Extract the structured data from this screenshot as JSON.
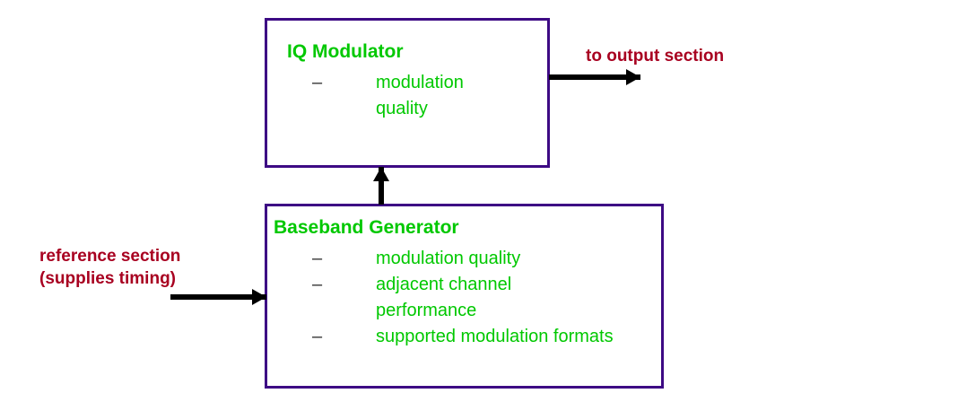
{
  "diagram": {
    "blocks": [
      {
        "id": "iq-modulator",
        "title": "IQ Modulator",
        "features": [
          {
            "dash": "–",
            "text": "modulation\nquality"
          }
        ]
      },
      {
        "id": "baseband-generator",
        "title": "Baseband Generator",
        "features": [
          {
            "dash": "–",
            "text": "modulation quality"
          },
          {
            "dash": "–",
            "text": "adjacent channel\nperformance"
          },
          {
            "dash": "–",
            "text": "supported modulation formats"
          }
        ]
      }
    ],
    "annotations": {
      "to_output": "to output section",
      "reference": "reference section\n(supplies timing)"
    },
    "colors": {
      "block_border": "#3d0a84",
      "title_text": "#00c800",
      "feature_text": "#00c800",
      "annotation_text": "#a80020",
      "arrow": "#000000",
      "background": "#ffffff"
    }
  }
}
